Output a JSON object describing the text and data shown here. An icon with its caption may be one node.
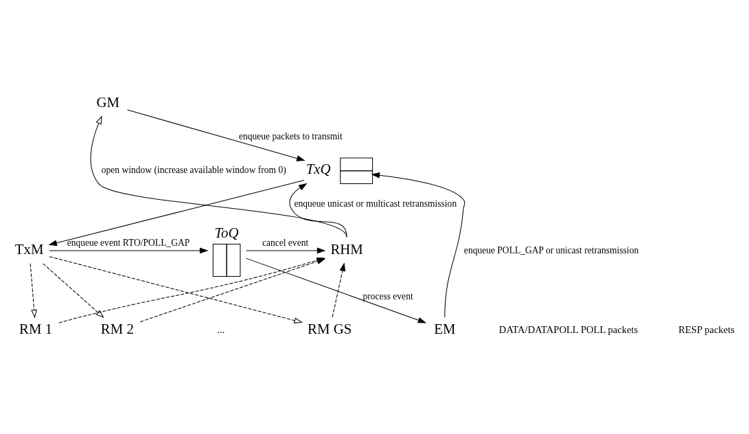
{
  "diagram": {
    "nodes": [
      {
        "text": [
          "GM"
        ]
      },
      {
        "text": [
          "TxQ"
        ]
      },
      {
        "text": [
          "TxM"
        ]
      },
      {
        "text": [
          "ToQ"
        ]
      },
      {
        "text": [
          "EM"
        ]
      },
      {
        "text": [
          "RHM"
        ]
      },
      {
        "text": [
          "RM 1"
        ]
      },
      {
        "text": [
          "RM 2"
        ]
      },
      {
        "text": [
          "RM GS"
        ]
      }
    ],
    "edges": [
      {
        "from": 0,
        "to": 1,
        "arrow": "to",
        "label": "enqueue packets to transmit"
      },
      {
        "from": 5,
        "to": 0,
        "arrow": "to",
        "label": "open window (increase available window from 0)"
      },
      {
        "from": 5,
        "to": 1,
        "arrow": "to",
        "label": "enqueue unicast or multicast retransmission"
      },
      {
        "from": 4,
        "to": 1,
        "arrow": "to",
        "label": "enqueue POLL_GAP or unicast retransmission"
      },
      {
        "from": 1,
        "to": 2,
        "arrow": "to"
      },
      {
        "from": 2,
        "to": 3,
        "arrow": "to",
        "label": "enqueue event RTO/POLL_GAP"
      },
      {
        "from": 3,
        "to": 4,
        "arrow": "to",
        "label": "process event"
      },
      {
        "from": 3,
        "to": 5,
        "arrow": "to",
        "label": "cancel event"
      },
      {
        "from": 2,
        "to": 6,
        "arrow": "to",
        "style": "dashed"
      },
      {
        "from": 2,
        "to": 7,
        "arrow": "to",
        "style": "dashed"
      },
      {
        "from": 2,
        "to": 8,
        "arrow": "to",
        "style": "dashed"
      },
      {
        "from": 6,
        "to": 5,
        "arrow": "to",
        "style": "dashed"
      },
      {
        "from": 7,
        "to": 5,
        "arrow": "to",
        "style": "dashed"
      },
      {
        "from": 8,
        "to": 5,
        "arrow": "to",
        "style": "dashed"
      }
    ],
    "labels": [
      "DATA/DATAPOLL POLL packets",
      "...",
      "RESP packets"
    ]
  }
}
